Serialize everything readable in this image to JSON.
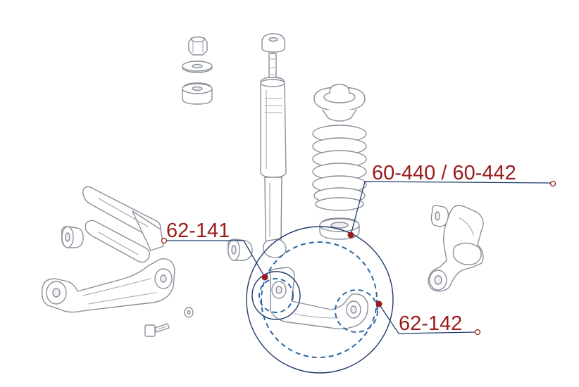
{
  "callouts": {
    "shock_spring": "60-440 / 60-442",
    "left_bushing": "62-141",
    "right_bushing": "62-142"
  },
  "colors": {
    "callout_text": "#9a1b1b",
    "leader_line": "#1f3a6b",
    "dashed_highlight": "#2c67a3",
    "part_outline": "#8a8f99"
  }
}
